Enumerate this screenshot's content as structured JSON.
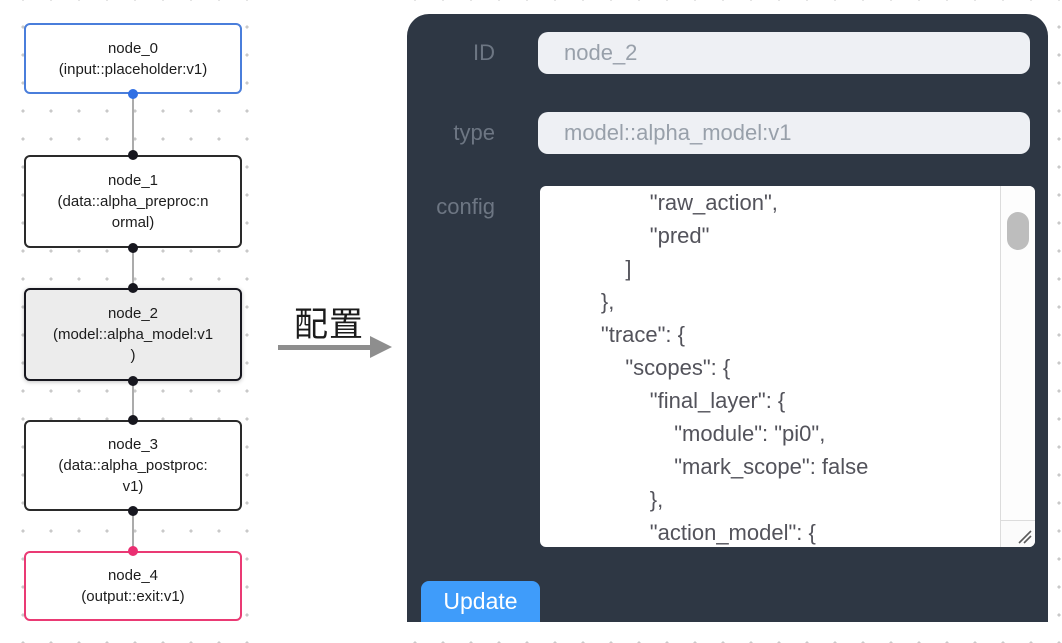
{
  "canvas": {
    "nodes": [
      {
        "id": "node_0",
        "type_lines": [
          "(input::placeholder:v1)"
        ],
        "accent": "#4a7edb",
        "selected": false
      },
      {
        "id": "node_1",
        "type_lines": [
          "(data::alpha_preproc:n",
          "ormal)"
        ],
        "accent": "#2a2a2a",
        "selected": false
      },
      {
        "id": "node_2",
        "type_lines": [
          "(model::alpha_model:v1",
          ")"
        ],
        "accent": "#17171f",
        "selected": true
      },
      {
        "id": "node_3",
        "type_lines": [
          "(data::alpha_postproc:",
          "v1)"
        ],
        "accent": "#2a2a2a",
        "selected": false
      },
      {
        "id": "node_4",
        "type_lines": [
          "(output::exit:v1)"
        ],
        "accent": "#ea3a74",
        "selected": false
      }
    ]
  },
  "transition": {
    "label": "配置"
  },
  "panel": {
    "fields": [
      {
        "label": "ID",
        "value": "node_2"
      },
      {
        "label": "type",
        "value": "model::alpha_model:v1"
      }
    ],
    "config_label": "config",
    "config_text": "                \"raw_action\",\n                \"pred\"\n            ]\n        },\n        \"trace\": {\n            \"scopes\": {\n                \"final_layer\": {\n                    \"module\": \"pi0\",\n                    \"mark_scope\": false\n                },\n                \"action_model\": {",
    "update_label": "Update"
  },
  "colors": {
    "panel_bg": "#2e3744",
    "panel_label": "#6d7683",
    "input_bg": "#eef0f4",
    "input_text": "#98a0aa",
    "config_text": "#53535b",
    "update_button": "#3f9cfa",
    "node_selected_bg": "#ececec",
    "node_input_accent": "#4a7edb",
    "node_output_accent": "#ea3a74",
    "edge": "#ababab",
    "grid_dot": "#c9c9c9"
  }
}
